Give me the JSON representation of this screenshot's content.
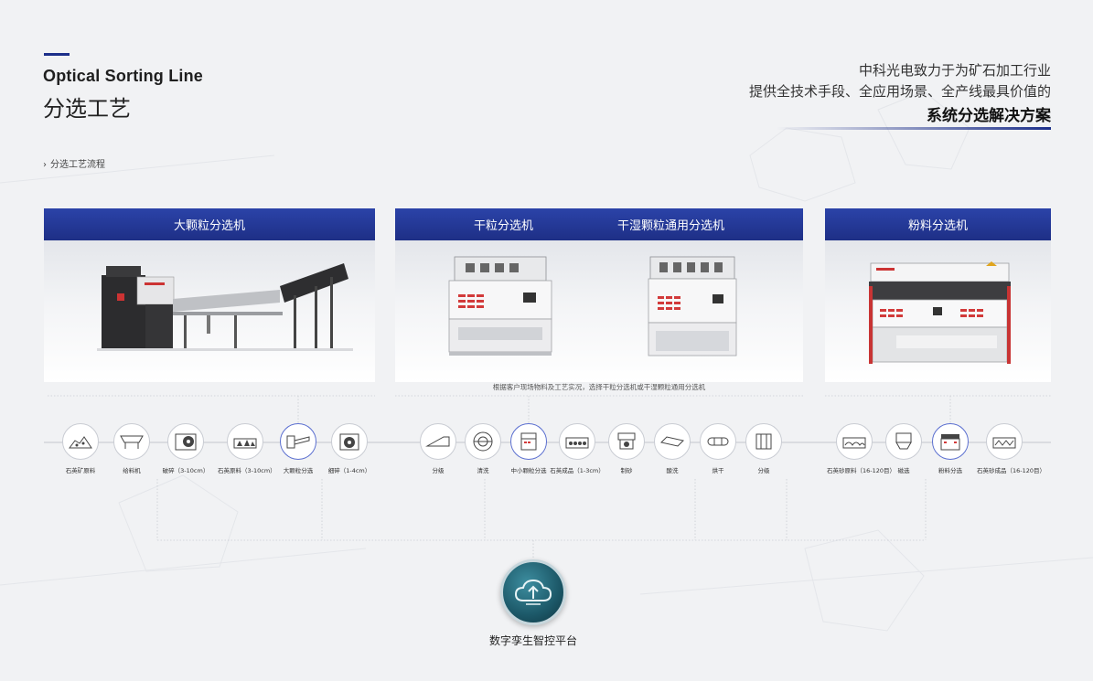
{
  "header": {
    "title_en": "Optical Sorting Line",
    "title_cn": "分选工艺",
    "tagline_1": "中科光电致力于为矿石加工行业",
    "tagline_2": "提供全技术手段、全应用场景、全产线最具价值的",
    "tagline_3": "系统分选解决方案",
    "accent_color": "#1c2f8a"
  },
  "breadcrumb": {
    "label": "分选工艺流程"
  },
  "cards": [
    {
      "titles": [
        "大颗粒分选机"
      ]
    },
    {
      "titles": [
        "干粒分选机",
        "干湿颗粒通用分选机"
      ],
      "note": "根据客户现场物料及工艺实况，选择干粒分选机或干湿颗粒通用分选机"
    },
    {
      "titles": [
        "粉料分选机"
      ]
    }
  ],
  "process": {
    "group1": [
      {
        "label": "石英矿原料",
        "icon": "ore-pile-icon"
      },
      {
        "label": "给料机",
        "icon": "feeder-icon"
      },
      {
        "label": "破碎（3-10cm）",
        "icon": "crusher-icon"
      },
      {
        "label": "石英原料（3-10cm）",
        "icon": "raw-stones-icon"
      },
      {
        "label": "大颗粒分选",
        "icon": "large-sorter-icon",
        "highlight": true
      },
      {
        "label": "细碎（1-4cm）",
        "icon": "fine-crusher-icon"
      }
    ],
    "group2": [
      {
        "label": "分级",
        "icon": "grading-icon"
      },
      {
        "label": "清洗",
        "icon": "washing-icon"
      },
      {
        "label": "中小颗粒分选",
        "icon": "small-sorter-icon",
        "highlight": true
      },
      {
        "label": "石英成品（1-3cm）",
        "icon": "finished-stones-icon"
      },
      {
        "label": "制砂",
        "icon": "sand-making-icon"
      },
      {
        "label": "酸洗",
        "icon": "acid-wash-icon"
      },
      {
        "label": "烘干",
        "icon": "dryer-icon"
      },
      {
        "label": "分级",
        "icon": "grading-screen-icon"
      }
    ],
    "group3": [
      {
        "label": "石英砂原料（16-120目）",
        "icon": "sand-raw-icon"
      },
      {
        "label": "磁选",
        "icon": "magnetic-icon"
      },
      {
        "label": "粉料分选",
        "icon": "powder-sorter-icon",
        "highlight": true
      },
      {
        "label": "石英砂成品（16-120目）",
        "icon": "sand-finished-icon"
      }
    ]
  },
  "platform": {
    "label": "数字孪生智控平台",
    "icon": "cloud-upload-icon"
  }
}
